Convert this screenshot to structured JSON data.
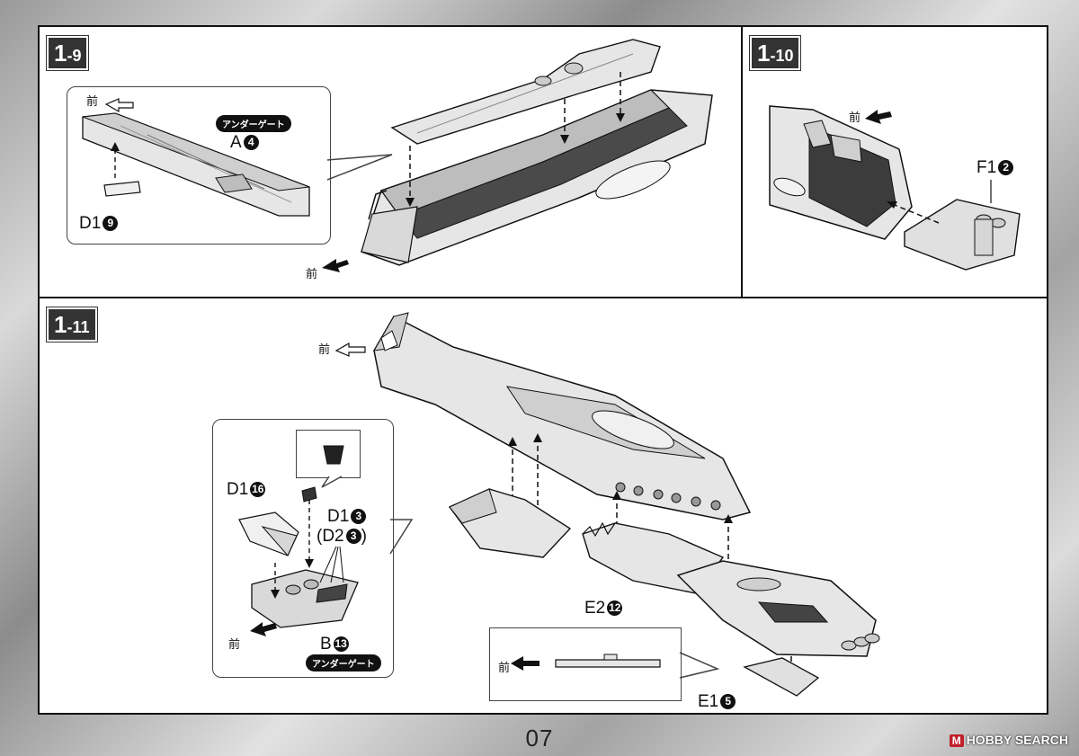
{
  "steps": {
    "s1": {
      "number": "1",
      "sub": "-9"
    },
    "s2": {
      "number": "1",
      "sub": "-10"
    },
    "s3": {
      "number": "1",
      "sub": "-11"
    }
  },
  "front_label": "前",
  "under_gate_label": "アンダーゲート",
  "step_1_9": {
    "part_a": {
      "code": "A",
      "num": "4"
    },
    "part_d1": {
      "code": "D1",
      "num": "9"
    }
  },
  "step_1_10": {
    "part_f1": {
      "code": "F1",
      "num": "2"
    }
  },
  "step_1_11": {
    "part_d1_top": {
      "code": "D1",
      "num": "16"
    },
    "part_d1_mid": {
      "code": "D1",
      "num": "3"
    },
    "part_d2_mid": {
      "code": "(D2",
      "num": "3",
      "close": ")"
    },
    "part_b": {
      "code": "B",
      "num": "13"
    },
    "part_e2": {
      "code": "E2",
      "num": "12"
    },
    "part_e1": {
      "code": "E1",
      "num": "5"
    }
  },
  "page_number": "07",
  "watermark": {
    "logo": "M",
    "text": "HOBBY SEARCH"
  },
  "colors": {
    "ink": "#111111",
    "part_fill": "#e6e6e6",
    "part_shade": "#b5b5b5",
    "frame": "#111111"
  }
}
